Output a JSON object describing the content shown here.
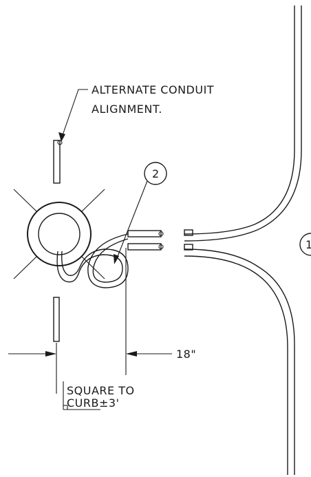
{
  "notes": {
    "alternate_alignment_line1": "ALTERNATE CONDUIT",
    "alternate_alignment_line2": "ALIGNMENT.",
    "square_to_curb_line1": "SQUARE TO",
    "square_to_curb_line2": "CURB±3'"
  },
  "dimensions": {
    "offset_label": "18\""
  },
  "callouts": {
    "callout_2": "2",
    "callout_1": "1"
  },
  "colors": {
    "ink": "#1a1a1a",
    "paper": "#ffffff"
  }
}
